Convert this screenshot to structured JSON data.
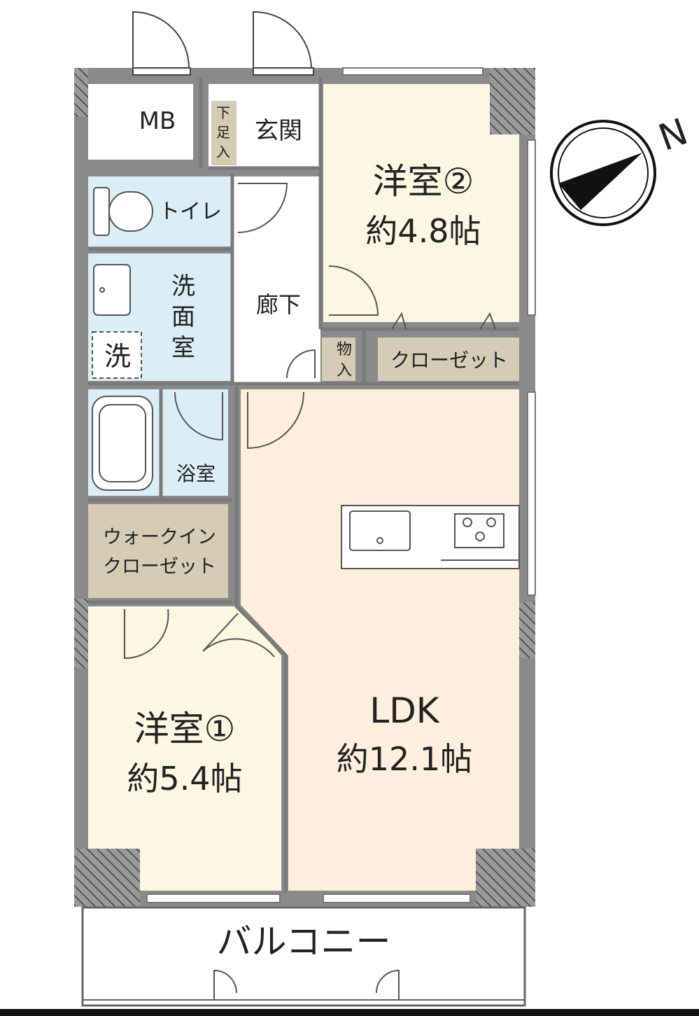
{
  "floorplan": {
    "mb": "MB",
    "shoes": [
      "下",
      "足",
      "入"
    ],
    "entrance": "玄関",
    "toilet": "トイレ",
    "washroom": [
      "洗",
      "面",
      "室"
    ],
    "washer": "洗",
    "hallway": "廊下",
    "storage": [
      "物",
      "入"
    ],
    "bedroom2": {
      "name": "洋室②",
      "size": "約4.8帖"
    },
    "closet": "クローゼット",
    "bath": "浴室",
    "walkin": [
      "ウォークイン",
      "クローゼット"
    ],
    "bedroom1": {
      "name": "洋室①",
      "size": "約5.4帖"
    },
    "ldk": {
      "name": "LDK",
      "size": "約12.1帖"
    },
    "balcony": "バルコニー",
    "north": "N"
  },
  "colors": {
    "wall": "#888888",
    "wall_dark": "#555555",
    "bedroom": "#fbf7e3",
    "ldk": "#fdeedd",
    "wet": "#dbeef8",
    "storage": "#d6cbb5",
    "white": "#ffffff"
  }
}
